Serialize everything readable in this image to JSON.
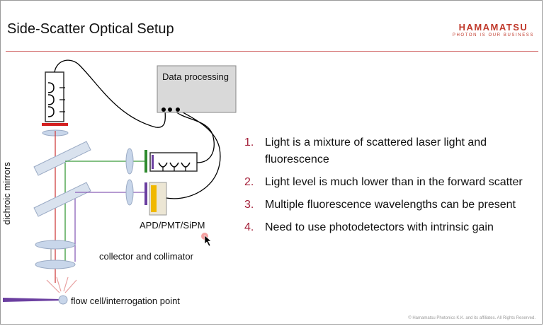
{
  "slide": {
    "title": "Side-Scatter Optical Setup",
    "logo": {
      "name": "HAMAMATSU",
      "tagline": "PHOTON IS OUR BUSINESS"
    },
    "footer": "© Hamamatsu Photonics K.K. and its affiliates. All Rights Reserved."
  },
  "diagram": {
    "data_processing": "Data processing",
    "detector_label": "APD/PMT/SiPM",
    "collector_label": "collector and collimator",
    "mirrors_label": "dichroic mirrors",
    "flow_cell_label": "flow cell/interrogation point"
  },
  "points": [
    {
      "num": "1.",
      "text": "Light is a mixture of scattered laser light and fluorescence"
    },
    {
      "num": "2.",
      "text": "Light level is much lower than in the forward scatter"
    },
    {
      "num": "3.",
      "text": "Multiple fluorescence wavelengths can be present"
    },
    {
      "num": "4.",
      "text": "Need to use photodetectors with intrinsic gain"
    }
  ],
  "colors": {
    "accent": "#a4213a",
    "laser": "#6b3fa0",
    "green_path": "#3a9a3a",
    "red_path": "#d04040",
    "filter_red": "#d42020"
  }
}
